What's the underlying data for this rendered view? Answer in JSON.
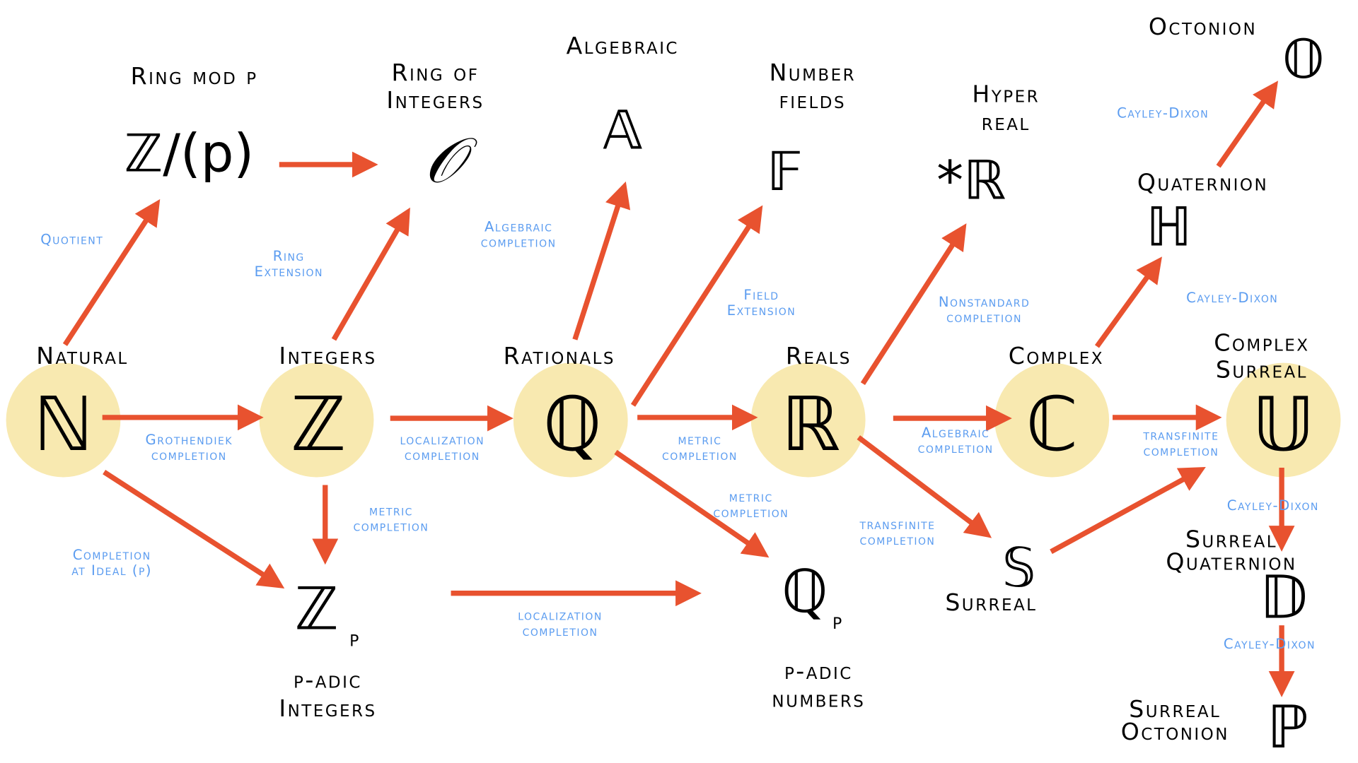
{
  "colors": {
    "arrow": "#e8522f",
    "label": "#5b9cf0",
    "node_fill": "#f8e9b0"
  },
  "nodes": {
    "natural": {
      "label": "Natural",
      "symbol": "ℕ"
    },
    "integers": {
      "label": "Integers",
      "symbol": "ℤ"
    },
    "rationals": {
      "label": "Rationals",
      "symbol": "ℚ"
    },
    "reals": {
      "label": "Reals",
      "symbol": "ℝ"
    },
    "complex": {
      "label": "Complex",
      "symbol": "ℂ"
    },
    "complex_surreal": {
      "label1": "Complex",
      "label2": "Surreal",
      "symbol": "𝕌"
    },
    "ring_mod_p": {
      "label": "Ring mod p",
      "symbol": "ℤ/(p)"
    },
    "ring_of_integers": {
      "label1": "Ring of",
      "label2": "Integers",
      "symbol": "𝒪"
    },
    "algebraic": {
      "label": "Algebraic",
      "symbol": "𝔸"
    },
    "number_fields": {
      "label1": "Number",
      "label2": "fields",
      "symbol": "𝔽"
    },
    "hyperreal": {
      "label1": "Hyper",
      "label2": "real",
      "symbol": "*ℝ"
    },
    "quaternion": {
      "label": "Quaternion",
      "symbol": "ℍ"
    },
    "octonion": {
      "label": "Octonion",
      "symbol": "𝕆"
    },
    "p_adic_integers": {
      "label1": "p-adic",
      "label2": "Integers",
      "symbol": "ℤ",
      "sub": "p"
    },
    "p_adic_numbers": {
      "label1": "p-adic",
      "label2": "numbers",
      "symbol": "ℚ",
      "sub": "p"
    },
    "surreal": {
      "label": "Surreal",
      "symbol": "𝕊"
    },
    "surreal_quaternion": {
      "label1": "Surreal",
      "label2": "Quaternion",
      "symbol": "𝔻"
    },
    "surreal_octonion": {
      "label1": "Surreal",
      "label2": "Octonion",
      "symbol": "ℙ"
    }
  },
  "edges": {
    "quotient": [
      "Quotient"
    ],
    "ring_extension": [
      "Ring",
      "Extension"
    ],
    "algebraic_completion": [
      "Algebraic",
      "completion"
    ],
    "field_extension": [
      "Field",
      "Extension"
    ],
    "nonstandard": [
      "Nonstandard",
      "completion"
    ],
    "cayley1": [
      "Cayley-Dixon"
    ],
    "cayley2": [
      "Cayley-Dixon"
    ],
    "grothendiek": [
      "Grothendiek",
      "completion"
    ],
    "localization1": [
      "localization",
      "completion"
    ],
    "metric1": [
      "metric",
      "completion"
    ],
    "algebraic2": [
      "Algebraic",
      "completion"
    ],
    "transfinite1": [
      "transfinite",
      "completion"
    ],
    "completion_ideal": [
      "Completion",
      "at Ideal (p)"
    ],
    "metric2": [
      "metric",
      "completion"
    ],
    "metric3": [
      "metric",
      "completion"
    ],
    "transfinite2": [
      "transfinite",
      "completion"
    ],
    "cayley3": [
      "Cayley-Dixon"
    ],
    "localization2": [
      "localization",
      "completion"
    ],
    "cayley4": [
      "Cayley-Dixon"
    ]
  }
}
